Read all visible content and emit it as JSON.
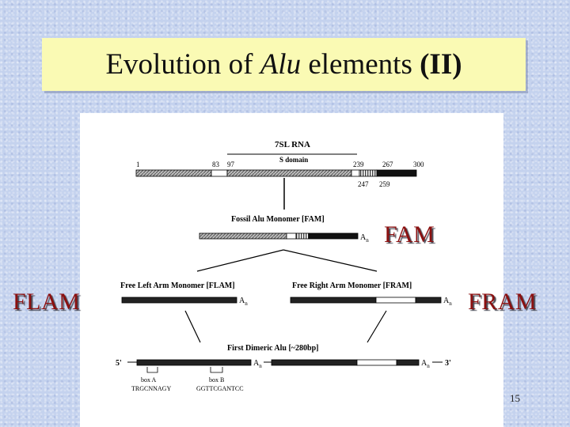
{
  "slide": {
    "title_pre": "Evolution of ",
    "title_italic": "Alu",
    "title_mid": " elements ",
    "title_bold": "(II)",
    "page_number": "15"
  },
  "labels": {
    "fam": "FAM",
    "flam": "FLAM",
    "fram": "FRAM"
  },
  "figure": {
    "rna_title": "7SL RNA",
    "s_domain": "S domain",
    "pos_1": "1",
    "pos_83": "83",
    "pos_97": "97",
    "pos_239": "239",
    "pos_267": "267",
    "pos_300": "300",
    "pos_247": "247",
    "pos_259": "259",
    "fam_title": "Fossil Alu Monomer [FAM]",
    "flam_title": "Free Left Arm Monomer [FLAM]",
    "fram_title": "Free Right Arm Monomer [FRAM]",
    "dimeric_title": "First Dimeric Alu [~280bp]",
    "an": "A",
    "an_sub": "n",
    "five_prime": "5'",
    "three_prime": "3'",
    "box_a": "box A",
    "box_b": "box B",
    "seq_a": "TRGCNNAGY",
    "seq_b": "GGTTCGANTCC"
  }
}
